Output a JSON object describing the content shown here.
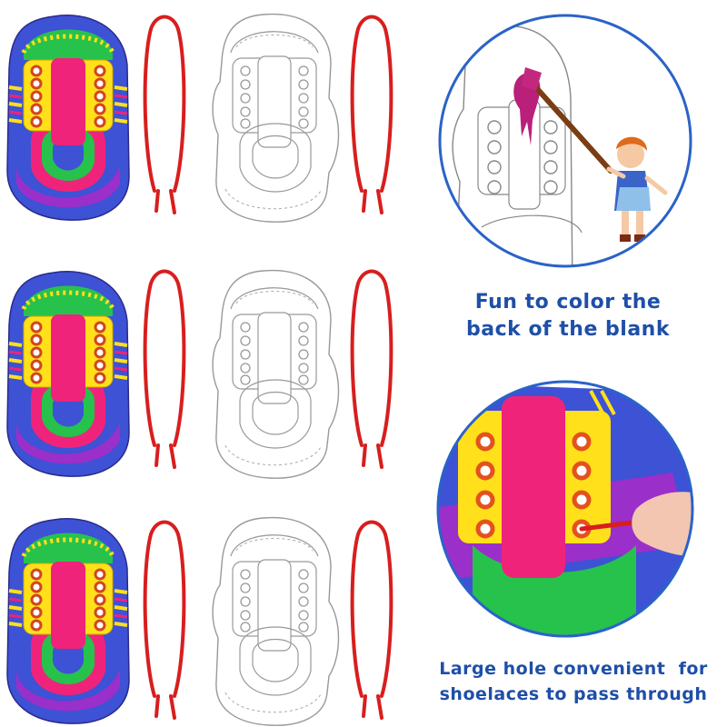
{
  "captions": {
    "color_back": {
      "line1": "Fun to color the",
      "line2": "back of the blank"
    },
    "large_hole": {
      "line1": "Large hole convenient  for",
      "line2": "shoelaces to pass through"
    }
  },
  "colors": {
    "caption_text": "#1e4fa8",
    "circle_border": "#2a63c8",
    "lace_red": "#d81e1e",
    "shoe_blue": "#3d52d5",
    "shoe_pink": "#f0237a",
    "shoe_yellow": "#ffe01a",
    "shoe_green": "#27c24c",
    "shoe_purple": "#9b2fc9",
    "blank_outline": "#888888"
  },
  "items": {
    "colored_shoe_count": 3,
    "blank_shoe_count": 3,
    "lace_count": 6
  }
}
